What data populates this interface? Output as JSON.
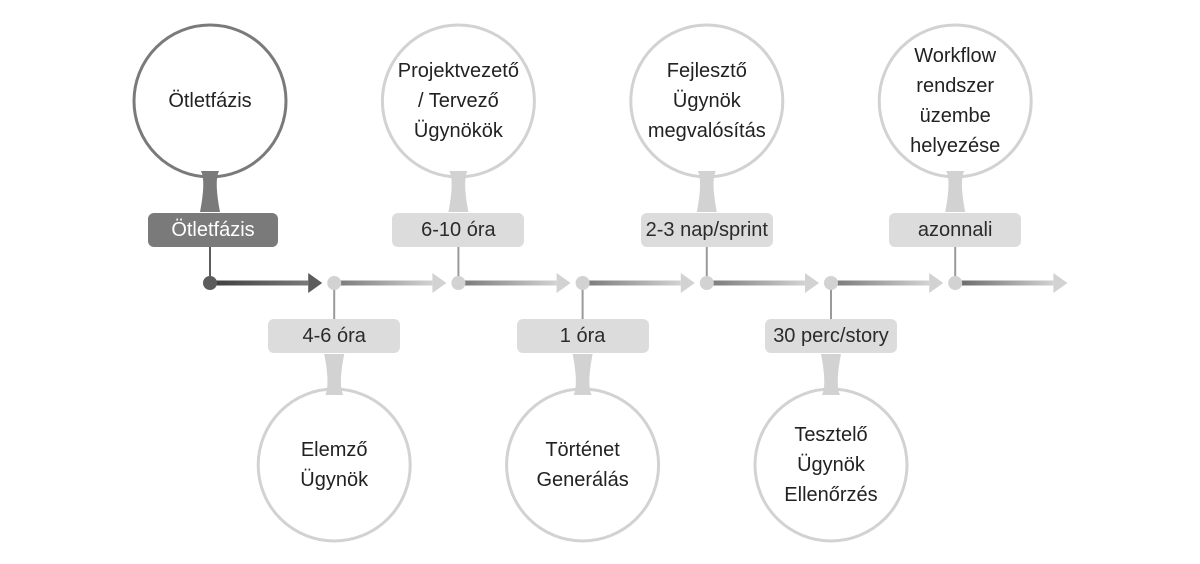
{
  "timeline": {
    "stages": [
      {
        "bubble_lines": [
          "Ötletfázis"
        ],
        "duration": "Ötletfázis",
        "position": "top"
      },
      {
        "bubble_lines": [
          "Elemző",
          "Ügynök"
        ],
        "duration": "4-6 óra",
        "position": "bottom"
      },
      {
        "bubble_lines": [
          "Projektvezető",
          "/ Tervező",
          "Ügynökök"
        ],
        "duration": "6-10 óra",
        "position": "top"
      },
      {
        "bubble_lines": [
          "Történet",
          "Generálás"
        ],
        "duration": "1 óra",
        "position": "bottom"
      },
      {
        "bubble_lines": [
          "Fejlesztő",
          "Ügynök",
          "megvalósítás"
        ],
        "duration": "2-3 nap/sprint",
        "position": "top"
      },
      {
        "bubble_lines": [
          "Tesztelő",
          "Ügynök",
          "Ellenőrzés"
        ],
        "duration": "30 perc/story",
        "position": "bottom"
      },
      {
        "bubble_lines": [
          "Workflow",
          "rendszer",
          "üzembe",
          "helyezése"
        ],
        "duration": "azonnali",
        "position": "top"
      }
    ]
  },
  "colors": {
    "first_stage": "#7a7a7a",
    "first_stage_dark": "#5c5c5c",
    "other_stage": "#d2d2d2",
    "pill_light": "#dcdcdc",
    "text": "#222222"
  }
}
